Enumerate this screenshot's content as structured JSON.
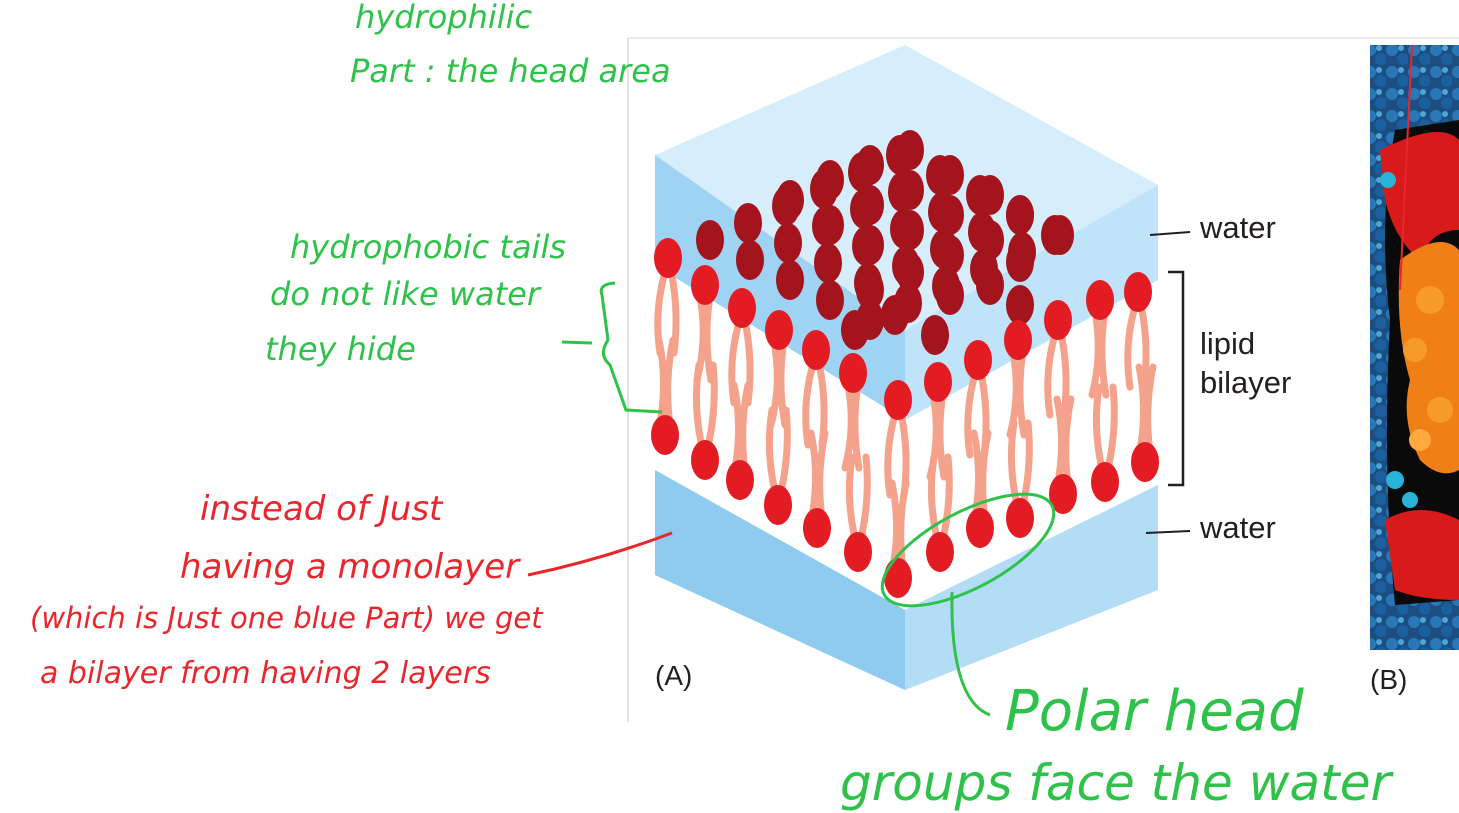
{
  "figure": {
    "labels": {
      "water_top": "water",
      "water_bottom": "water",
      "bilayer_line1": "lipid",
      "bilayer_line2": "bilayer",
      "panel_a": "(A)",
      "panel_b": "(B)"
    },
    "colors": {
      "water_light": "#cfe9fb",
      "water_mid": "#a9d8f5",
      "water_dark": "#7cc3ee",
      "head_red": "#e31b23",
      "head_dark": "#a3141d",
      "tail": "#f4a28c"
    }
  },
  "annotations": {
    "green_top_1": "hydrophilic",
    "green_top_2": "Part : the head area",
    "green_tails_1": "hydrophobic tails",
    "green_tails_2": "do not like water",
    "green_tails_3": "they hide",
    "red_1": "instead of Just",
    "red_2": "having a monolayer",
    "red_3": "(which is Just one blue Part) we get",
    "red_4": "a bilayer from having 2 layers",
    "green_bottom_1": "Polar head",
    "green_bottom_2": "groups face the water",
    "colors": {
      "green": "#2ec24a",
      "red": "#e8262b"
    }
  }
}
